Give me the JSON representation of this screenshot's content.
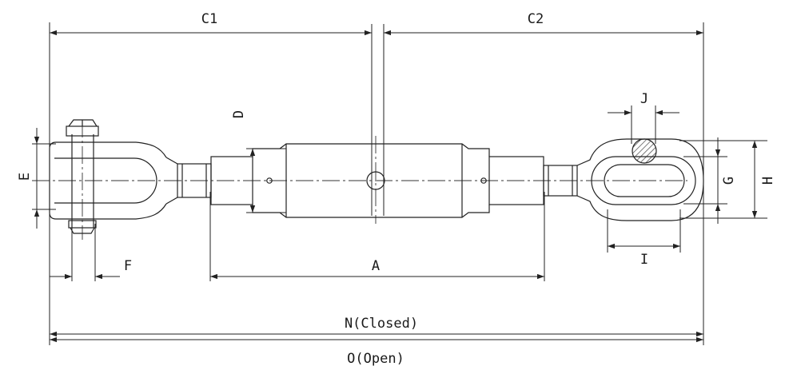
{
  "labels": {
    "c1": "C1",
    "c2": "C2",
    "d": "D",
    "e": "E",
    "f": "F",
    "a": "A",
    "j": "J",
    "g": "G",
    "h": "H",
    "i": "I",
    "n": "N(Closed)",
    "o": "O(Open)"
  }
}
